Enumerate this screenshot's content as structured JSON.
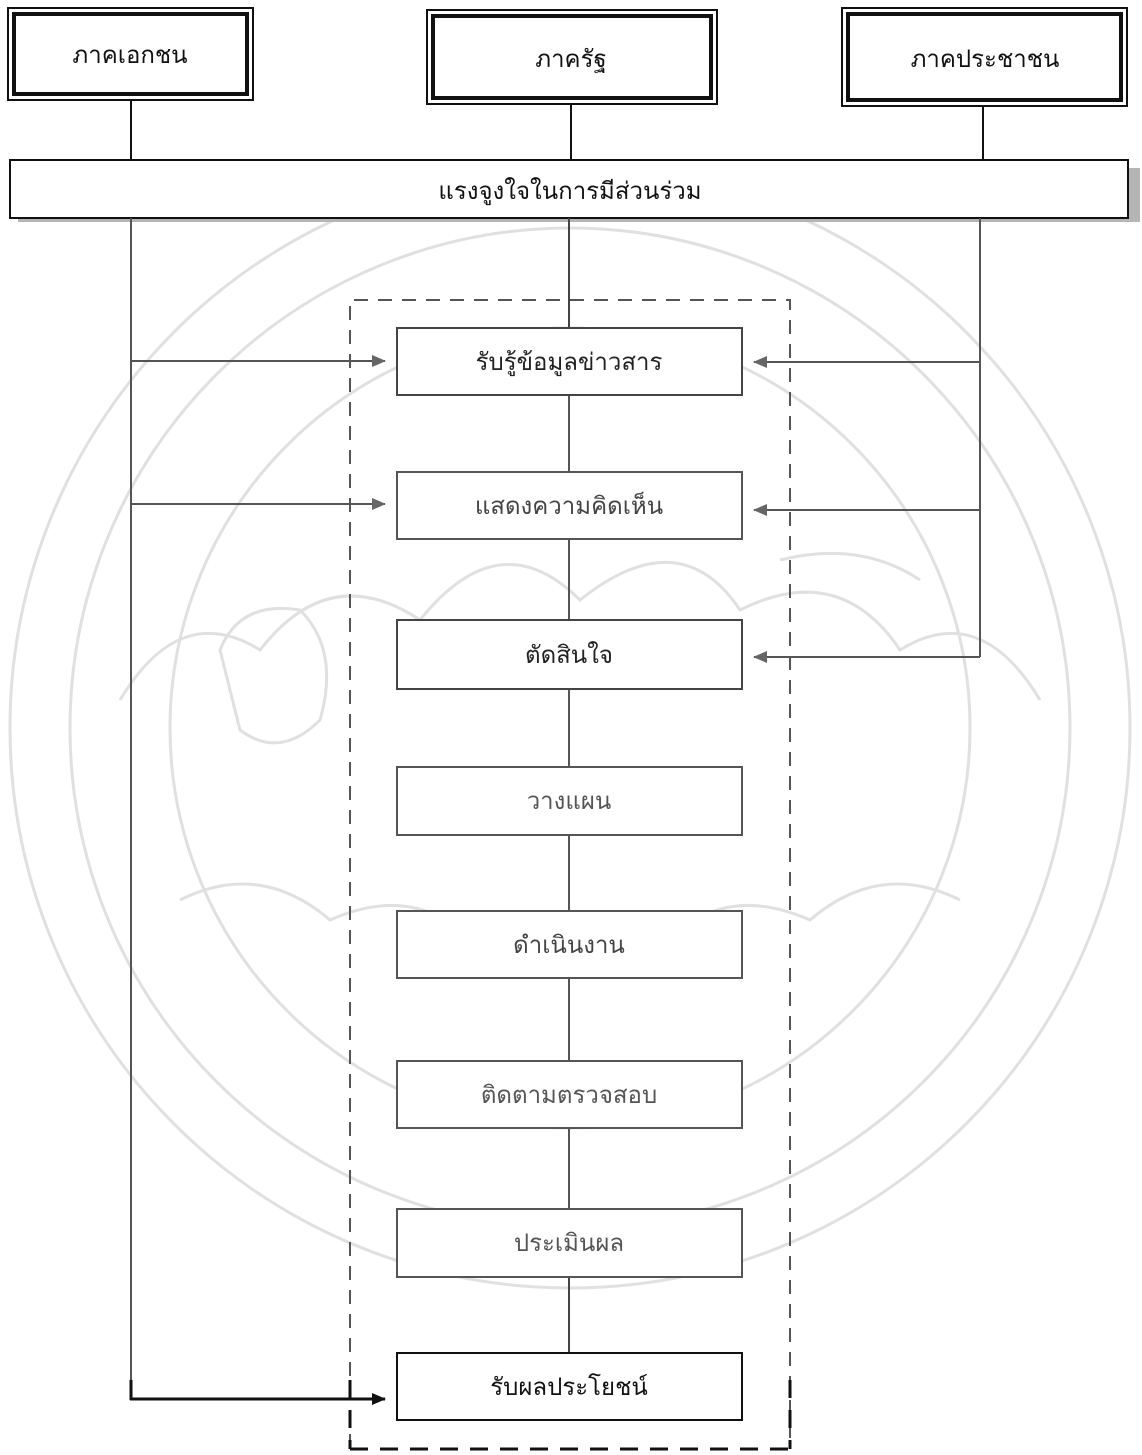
{
  "sectors": {
    "private": "ภาคเอกชน",
    "state": "ภาครัฐ",
    "public": "ภาคประชาชน"
  },
  "motivation": "แรงจูงใจในการมีส่วนร่วม",
  "steps": {
    "information": "รับรู้ข้อมูลข่าวสาร",
    "opinion": "แสดงความคิดเห็น",
    "decision": "ตัดสินใจ",
    "planning": "วางแผน",
    "implementation": "ดำเนินงาน",
    "monitoring": "ติดตามตรวจสอบ",
    "evaluation": "ประเมินผล",
    "benefit": "รับผลประโยชน์"
  },
  "colors": {
    "dark": "#111111",
    "muted": "#555555",
    "shadow": "#b5b5b5"
  }
}
